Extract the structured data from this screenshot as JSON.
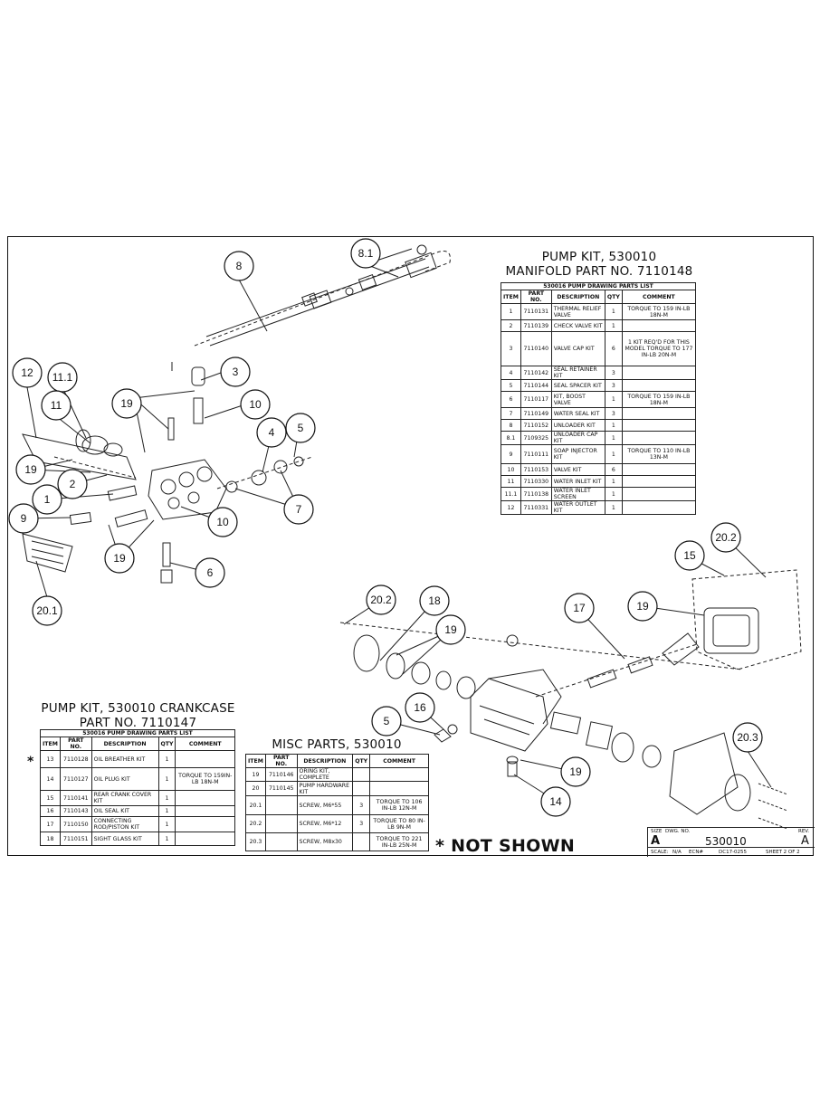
{
  "manifold_title": {
    "line1": "PUMP KIT, 530010",
    "line2": "MANIFOLD PART NO. 7110148"
  },
  "crankcase_title": {
    "line1": "PUMP KIT, 530010 CRANKCASE",
    "line2": "PART NO. 7110147"
  },
  "misc_title": "MISC PARTS, 530010",
  "table_caption": "530016 PUMP DRAWING PARTS LIST",
  "headers": {
    "item": "ITEM",
    "part_no": "PART NO.",
    "description": "DESCRIPTION",
    "qty": "QTY",
    "comment": "COMMENT"
  },
  "manifold_parts": [
    {
      "item": "1",
      "part": "7110131",
      "desc": "THERMAL RELIEF VALVE",
      "qty": "1",
      "comment": "TORQUE TO 159 IN-LB 18N-M"
    },
    {
      "item": "2",
      "part": "7110139",
      "desc": "CHECK VALVE KIT",
      "qty": "1",
      "comment": ""
    },
    {
      "item": "3",
      "part": "7110140",
      "desc": "VALVE CAP KIT",
      "qty": "6",
      "comment": "1 KIT REQ'D FOR THIS MODEL TORQUE TO 177 IN-LB 20N-M"
    },
    {
      "item": "4",
      "part": "7110142",
      "desc": "SEAL RETAINER KIT",
      "qty": "3",
      "comment": ""
    },
    {
      "item": "5",
      "part": "7110144",
      "desc": "SEAL SPACER KIT",
      "qty": "3",
      "comment": ""
    },
    {
      "item": "6",
      "part": "7110117",
      "desc": "KIT, BOOST VALVE",
      "qty": "1",
      "comment": "TORQUE TO 159 IN-LB 18N-M"
    },
    {
      "item": "7",
      "part": "7110149",
      "desc": "WATER SEAL KIT",
      "qty": "3",
      "comment": ""
    },
    {
      "item": "8",
      "part": "7110152",
      "desc": "UNLOADER KIT",
      "qty": "1",
      "comment": ""
    },
    {
      "item": "8.1",
      "part": "7109325",
      "desc": "UNLOADER CAP KIT",
      "qty": "1",
      "comment": ""
    },
    {
      "item": "9",
      "part": "7110111",
      "desc": "SOAP INJECTOR KIT",
      "qty": "1",
      "comment": "TORQUE TO 110 IN-LB 13N-M"
    },
    {
      "item": "10",
      "part": "7110153",
      "desc": "VALVE KIT",
      "qty": "6",
      "comment": ""
    },
    {
      "item": "11",
      "part": "7110330",
      "desc": "WATER INLET KIT",
      "qty": "1",
      "comment": ""
    },
    {
      "item": "11.1",
      "part": "7110138",
      "desc": "WATER INLET SCREEN",
      "qty": "1",
      "comment": ""
    },
    {
      "item": "12",
      "part": "7110331",
      "desc": "WATER OUTLET KIT",
      "qty": "1",
      "comment": ""
    }
  ],
  "crankcase_parts": [
    {
      "item": "13",
      "part": "7110128",
      "desc": "OIL BREATHER KIT",
      "qty": "1",
      "comment": ""
    },
    {
      "item": "14",
      "part": "7110127",
      "desc": "OIL PLUG KIT",
      "qty": "1",
      "comment": "TORQUE TO 159IN-LB 18N-M"
    },
    {
      "item": "15",
      "part": "7110141",
      "desc": "REAR CRANK COVER KIT",
      "qty": "1",
      "comment": ""
    },
    {
      "item": "16",
      "part": "7110143",
      "desc": "OIL SEAL KIT",
      "qty": "1",
      "comment": ""
    },
    {
      "item": "17",
      "part": "7110150",
      "desc": "CONNECTING ROD/PISTON KIT",
      "qty": "1",
      "comment": ""
    },
    {
      "item": "18",
      "part": "7110151",
      "desc": "SIGHT GLASS KIT",
      "qty": "1",
      "comment": ""
    }
  ],
  "misc_parts": [
    {
      "item": "19",
      "part": "7110146",
      "desc": "ORING KIT, COMPLETE",
      "qty": "",
      "comment": ""
    },
    {
      "item": "20",
      "part": "7110145",
      "desc": "PUMP HARDWARE KIT",
      "qty": "",
      "comment": ""
    },
    {
      "item": "20.1",
      "part": "",
      "desc": "SCREW, M6*55",
      "qty": "3",
      "comment": "TORQUE TO 106 IN-LB 12N-M"
    },
    {
      "item": "20.2",
      "part": "",
      "desc": "SCREW, M6*12",
      "qty": "3",
      "comment": "TORQUE TO 80 IN-LB 9N-M"
    },
    {
      "item": "20.3",
      "part": "",
      "desc": "SCREW, M8x30",
      "qty": "",
      "comment": "TORQUE TO 221 IN-LB 25N-M"
    }
  ],
  "star_mark": "*",
  "not_shown": "* NOT SHOWN",
  "balloons": {
    "b8": "8",
    "b81": "8.1",
    "b3": "3",
    "b12": "12",
    "b111": "11.1",
    "b11": "11",
    "b19a": "19",
    "b10a": "10",
    "b4": "4",
    "b5a": "5",
    "b19b": "19",
    "b2": "2",
    "b1": "1",
    "b9": "9",
    "b7": "7",
    "b10b": "10",
    "b19c": "19",
    "b6": "6",
    "b201": "20.1",
    "b15": "15",
    "b202a": "20.2",
    "b202b": "20.2",
    "b18": "18",
    "b19d": "19",
    "b17": "17",
    "b19e": "19",
    "b16": "16",
    "b5b": "5",
    "b19f": "19",
    "b14": "14",
    "b203": "20.3"
  },
  "title_block": {
    "size_label": "SIZE",
    "size_value": "A",
    "dwg_label": "DWG. NO.",
    "dwg_value": "530010",
    "rev_label": "REV.",
    "rev_value": "A",
    "scale_label": "SCALE:",
    "scale_value": "N/A",
    "ecn_label": "ECN#",
    "ecn_value": "DC17-0255",
    "sheet": "SHEET 2 OF 2"
  }
}
